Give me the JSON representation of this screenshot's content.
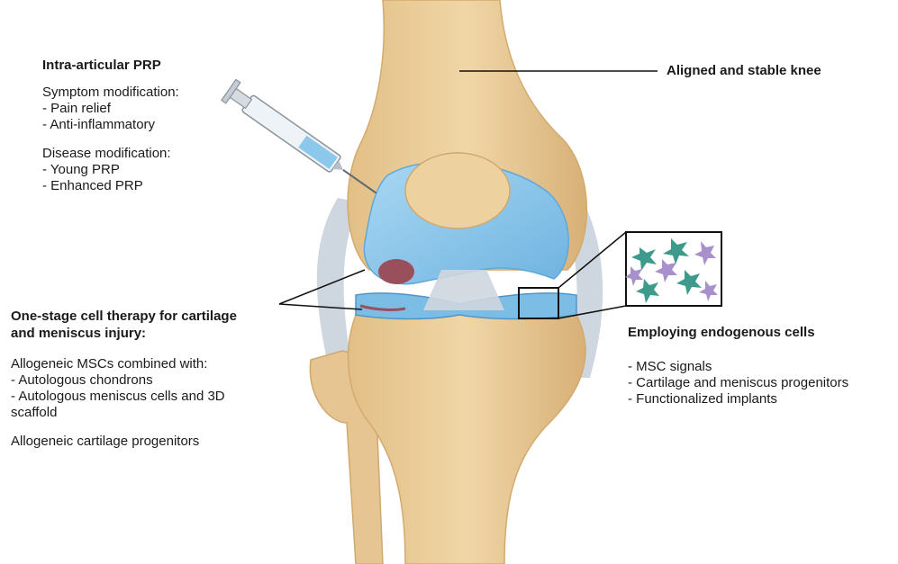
{
  "labels": {
    "prp": {
      "heading": "Intra-articular PRP",
      "symptom_title": "Symptom modification:",
      "symptom_items": [
        "- Pain relief",
        "- Anti-inflammatory"
      ],
      "disease_title": "Disease modification:",
      "disease_items": [
        "- Young PRP",
        "- Enhanced PRP"
      ]
    },
    "aligned": {
      "heading": "Aligned and stable knee"
    },
    "one_stage": {
      "heading_line1": "One-stage cell therapy for cartilage",
      "heading_line2": "and meniscus injury:",
      "msc_title": "Allogeneic MSCs combined with:",
      "msc_items": [
        "- Autologous chondrons",
        "- Autologous meniscus cells and 3D",
        "scaffold"
      ],
      "progenitors": "Allogeneic cartilage progenitors"
    },
    "endogenous": {
      "heading": "Employing endogenous cells",
      "items": [
        "- MSC signals",
        "- Cartilage and meniscus progenitors",
        "- Functionalized implants"
      ]
    }
  },
  "colors": {
    "bone": "#eccf9c",
    "bone_shade": "#d9b27a",
    "cartilage": "#8cc8ec",
    "cartilage_dark": "#5fa8d8",
    "ligament": "#c9d3dc",
    "lesion": "#9a4f5c",
    "cell_teal": "#3f9a8e",
    "cell_purple": "#a890cc"
  },
  "icons": [
    "syringe-icon",
    "cell-cluster-icon"
  ]
}
